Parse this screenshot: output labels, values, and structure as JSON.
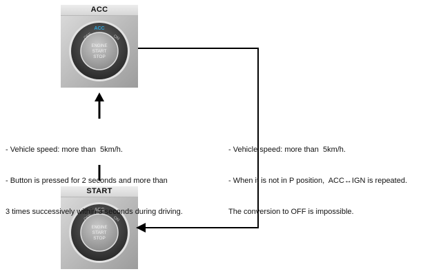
{
  "acc_button": {
    "title": "ACC",
    "ring_labels": {
      "off": "OFF",
      "acc": "ACC",
      "on": "ON"
    },
    "center_lines": [
      "ENGINE",
      "START",
      "STOP"
    ],
    "highlight_color": "#2aa7e0"
  },
  "start_button": {
    "title": "START",
    "ring_labels": {
      "off": "OFF",
      "acc": "ACC",
      "on": "ON"
    },
    "center_lines": [
      "ENGINE",
      "START",
      "STOP"
    ]
  },
  "left_condition": {
    "lines": [
      "- Vehicle speed: more than  5km/h.",
      "- Button is pressed for 2 seconds and more than",
      "3 times successively within 3 seconds during driving."
    ]
  },
  "right_condition": {
    "lines": [
      "- Vehicle speed: more than  5km/h.",
      "- When it is not in P position,  ACC↔IGN is repeated.",
      "The conversion to OFF is impossible."
    ]
  }
}
